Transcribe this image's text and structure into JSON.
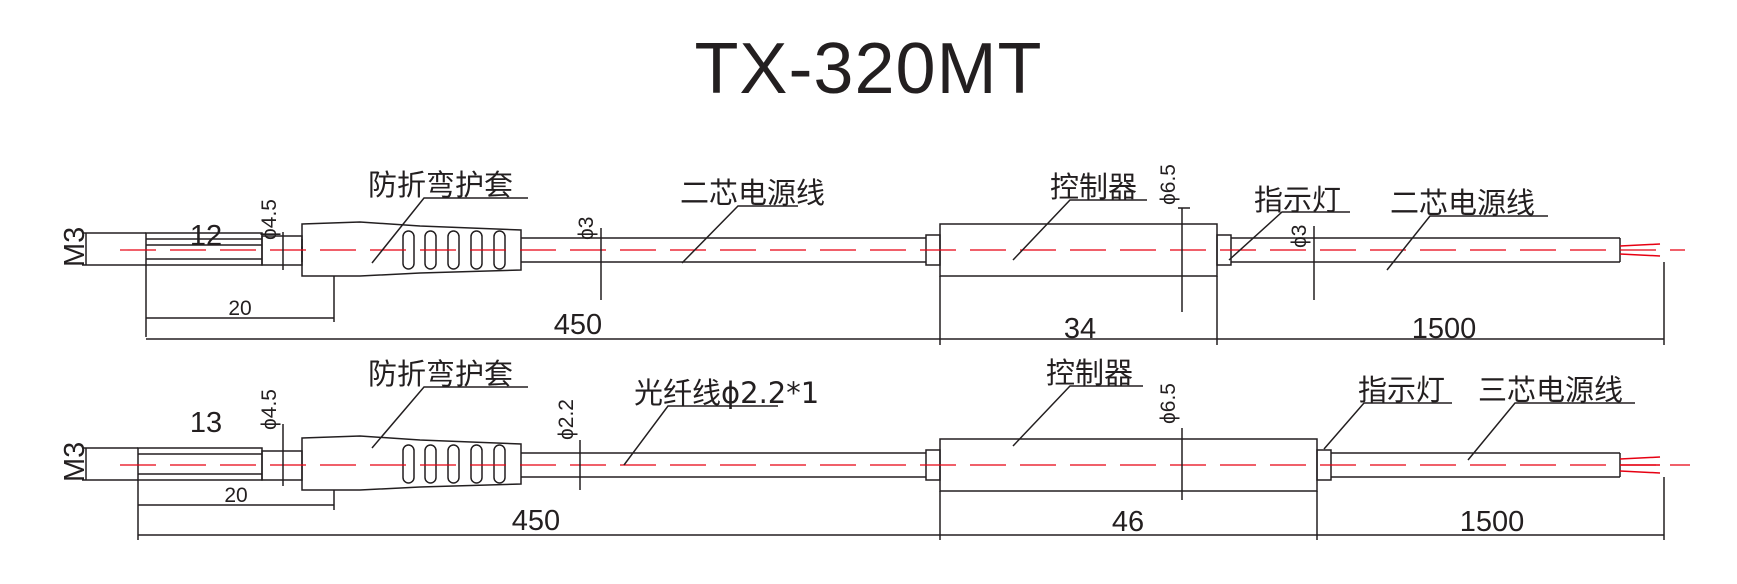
{
  "title": "TX-320MT",
  "colors": {
    "line": "#231f20",
    "axis": "#e60012",
    "background": "#ffffff"
  },
  "views": [
    {
      "name": "top",
      "thread": "M3",
      "probe_length": "12",
      "probe_total": "20",
      "sleeve_diameter": "ϕ4.5",
      "sleeve_label": "防折弯护套",
      "cable_diameter": "ϕ3",
      "cable_label": "二芯电源线",
      "cable_length": "450",
      "controller_label": "控制器",
      "controller_diameter": "ϕ6.5",
      "controller_length": "34",
      "indicator_label": "指示灯",
      "out_cable_diameter": "ϕ3",
      "out_cable_label": "二芯电源线",
      "out_cable_length": "1500"
    },
    {
      "name": "bottom",
      "thread": "M3",
      "probe_length": "13",
      "probe_total": "20",
      "sleeve_diameter": "ϕ4.5",
      "sleeve_label": "防折弯护套",
      "cable_diameter": "ϕ2.2",
      "cable_label": "光纤线ϕ2.2*1",
      "cable_length": "450",
      "controller_label": "控制器",
      "controller_diameter": "ϕ6.5",
      "controller_length": "46",
      "indicator_label": "指示灯",
      "out_cable_label": "三芯电源线",
      "out_cable_length": "1500"
    }
  ]
}
